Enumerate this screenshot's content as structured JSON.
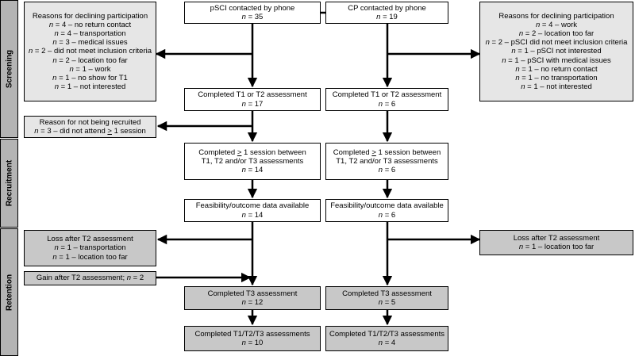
{
  "stages": {
    "screening": "Screening",
    "recruitment": "Recruitment",
    "retention": "Retention"
  },
  "pSCI": {
    "contacted": {
      "title": "pSCI contacted by phone",
      "n": "35"
    },
    "completed_t1t2": {
      "title": "Completed T1 or T2 assessment",
      "n": "17"
    },
    "session": {
      "title_pre": "Completed ",
      "title_ge": ">",
      "title_post": " 1 session between",
      "title2": "T1, T2 and/or T3 assessments",
      "n": "14"
    },
    "feasibility": {
      "title": "Feasibility/outcome data available",
      "n": "14"
    },
    "completed_t3": {
      "title": "Completed T3 assessment",
      "n": "12"
    },
    "completed_all": {
      "title": "Completed T1/T2/T3 assessments",
      "n": "10"
    }
  },
  "CP": {
    "contacted": {
      "title": "CP contacted by phone",
      "n": "19"
    },
    "completed_t1t2": {
      "title": "Completed T1 or T2 assessment",
      "n": "6"
    },
    "session": {
      "title_pre": "Completed ",
      "title_ge": ">",
      "title_post": " 1 session between",
      "title2": "T1, T2 and/or T3 assessments",
      "n": "6"
    },
    "feasibility": {
      "title": "Feasibility/outcome data available",
      "n": "6"
    },
    "completed_t3": {
      "title": "Completed T3 assessment",
      "n": "5"
    },
    "completed_all": {
      "title": "Completed T1/T2/T3 assessments",
      "n": "4"
    }
  },
  "left_declining": {
    "title": "Reasons for declining participation",
    "items": [
      {
        "n": "4",
        "reason": "no return contact"
      },
      {
        "n": "4",
        "reason": "transportation"
      },
      {
        "n": "3",
        "reason": "medical issues"
      },
      {
        "n": "2",
        "reason": "did not meet inclusion criteria"
      },
      {
        "n": "2",
        "reason": "location too far"
      },
      {
        "n": "1",
        "reason": "work"
      },
      {
        "n": "1",
        "reason": "no show for T1"
      },
      {
        "n": "1",
        "reason": "not interested"
      }
    ]
  },
  "right_declining": {
    "title": "Reasons for declining participation",
    "items": [
      {
        "n": "4",
        "reason": "work"
      },
      {
        "n": "2",
        "reason": "location too far"
      },
      {
        "n": "2",
        "reason": "pSCI did not meet inclusion criteria"
      },
      {
        "n": "1",
        "reason": "pSCI not interested"
      },
      {
        "n": "1",
        "reason": "pSCI with medical issues"
      },
      {
        "n": "1",
        "reason": "no return contact"
      },
      {
        "n": "1",
        "reason": "no transportation"
      },
      {
        "n": "1",
        "reason": "not interested"
      }
    ]
  },
  "not_recruited": {
    "title": "Reason for not being recruited",
    "n": "3",
    "reason_pre": "did not attend ",
    "reason_ge": ">",
    "reason_post": " 1 session"
  },
  "left_loss": {
    "title": "Loss after T2 assessment",
    "items": [
      {
        "n": "1",
        "reason": "transportation"
      },
      {
        "n": "1",
        "reason": "location too far"
      }
    ]
  },
  "gain": {
    "label": "Gain after T2 assessment; ",
    "n": "2"
  },
  "right_loss": {
    "title": "Loss after T2 assessment",
    "items": [
      {
        "n": "1",
        "reason": "location too far"
      }
    ]
  },
  "symbols": {
    "n_letter": "n",
    "eq": " = ",
    "dash": " – "
  }
}
